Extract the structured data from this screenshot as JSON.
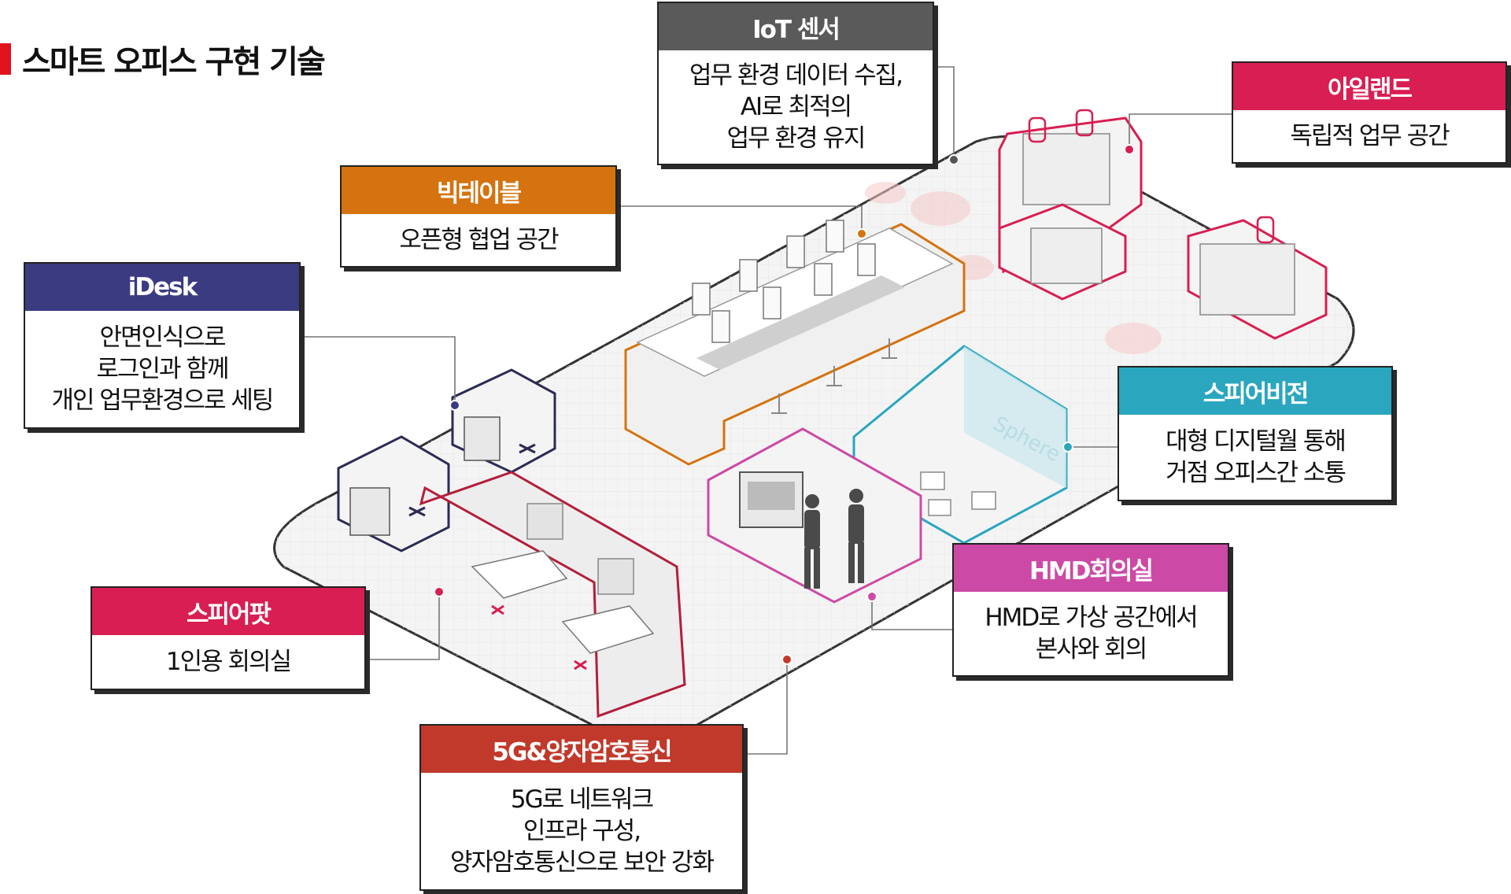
{
  "title": "스마트 오피스 구현 기술",
  "colors": {
    "title_bar": "#e0141e",
    "iot": "#5a5a5a",
    "bigtable": "#d4730f",
    "island": "#d81e52",
    "idesk": "#3b3b82",
    "spherevision": "#2aa6bf",
    "spherepot": "#d81e52",
    "hmd": "#cc4aa5",
    "quantum": "#c0392b",
    "floor_outline": "#333333",
    "floor_fill": "#f3f3f3"
  },
  "floor_sign": "Sphere",
  "callouts": {
    "iot": {
      "title": "IoT 센서",
      "lines": [
        "업무 환경 데이터 수집,",
        "AI로 최적의",
        "업무 환경 유지"
      ]
    },
    "bigtable": {
      "title": "빅테이블",
      "lines": [
        "오픈형 협업 공간"
      ]
    },
    "island": {
      "title": "아일랜드",
      "lines": [
        "독립적 업무 공간"
      ]
    },
    "idesk": {
      "title": "iDesk",
      "lines": [
        "안면인식으로",
        "로그인과 함께",
        "개인 업무환경으로 세팅"
      ]
    },
    "spherevision": {
      "title": "스피어비전",
      "lines": [
        "대형 디지털월 통해",
        "거점 오피스간 소통"
      ]
    },
    "spherepot": {
      "title": "스피어팟",
      "lines": [
        "1인용 회의실"
      ]
    },
    "hmd": {
      "title": "HMD회의실",
      "lines": [
        "HMD로 가상 공간에서",
        "본사와 회의"
      ]
    },
    "quantum": {
      "title": "5G&양자암호통신",
      "lines": [
        "5G로 네트워크",
        "인프라 구성,",
        "양자암호통신으로 보안 강화"
      ]
    }
  }
}
